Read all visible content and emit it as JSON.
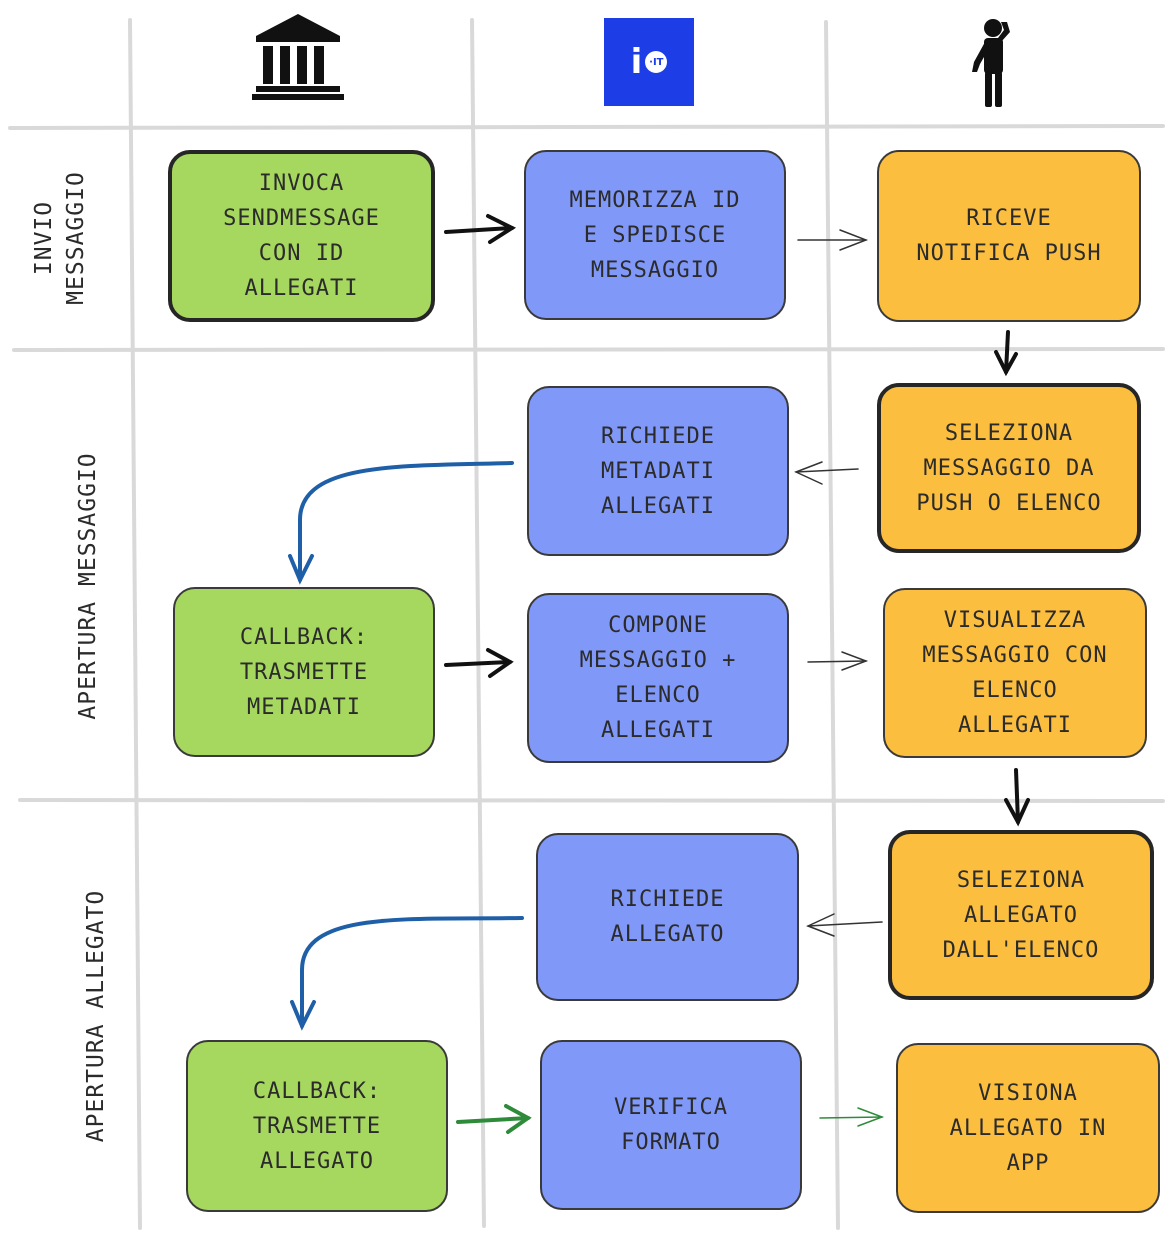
{
  "lanes": [
    {
      "id": "invio",
      "label": "Invio\nMessaggio"
    },
    {
      "id": "apertura-messaggio",
      "label": "Apertura Messaggio"
    },
    {
      "id": "apertura-allegato",
      "label": "Apertura Allegato"
    }
  ],
  "columns": {
    "ente_icon": "bank-icon",
    "app_logo": {
      "letter": "i",
      "badge": "·IT"
    },
    "user_icon": "person-icon"
  },
  "boxes": {
    "invoca": "Invoca\nsendMessage\ncon ID\nallegati",
    "memorizza": "Memorizza ID\ne spedisce\nmessaggio",
    "riceve": "Riceve\nnotifica push",
    "richiede_metadati": "Richiede\nmetadati\nallegati",
    "seleziona_messaggio": "Seleziona\nmessaggio da\npush o elenco",
    "callback_metadati": "Callback:\ntrasmette\nmetadati",
    "compone": "Compone\nmessaggio +\nelenco\nallegati",
    "visualizza": "Visualizza\nmessaggio con\nelenco\nallegati",
    "richiede_allegato": "Richiede\nallegato",
    "seleziona_allegato": "Seleziona\nallegato\ndall'elenco",
    "callback_allegato": "Callback:\ntrasmette\nallegato",
    "verifica": "Verifica\nformato",
    "visiona": "Visiona\nallegato in\napp"
  },
  "colors": {
    "green": "#a6d85f",
    "blue": "#8098f8",
    "orange": "#fbbe3e",
    "callback_arrow": "#1e5fa8",
    "green_arrow": "#2e8b3a",
    "grid": "#d9d9d9",
    "io_blue": "#1d3ee6"
  }
}
